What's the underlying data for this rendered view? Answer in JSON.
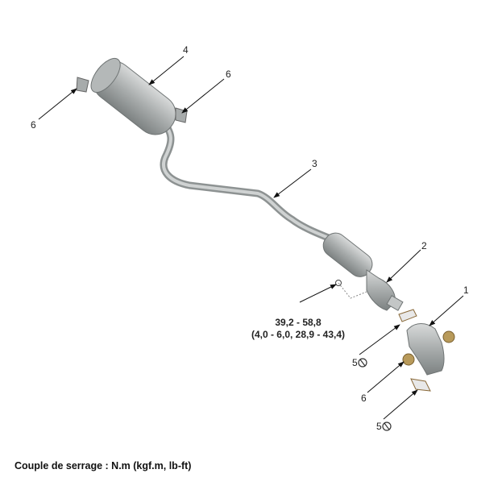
{
  "callouts": {
    "muffler": "4",
    "hanger_right": "6",
    "hanger_left": "6",
    "center_pipe": "3",
    "front_pipe": "2",
    "manifold": "1",
    "gasket_upper": "5",
    "heat_protector": "6",
    "gasket_lower": "5"
  },
  "torque": {
    "line1": "39,2 - 58,8",
    "line2": "(4,0 - 6,0, 28,9 - 43,4)"
  },
  "caption": "Couple de serrage : N.m (kgf.m, lb-ft)",
  "colors": {
    "metal": "#b8bcbc",
    "bronze": "#b89a5a",
    "text": "#222222"
  }
}
